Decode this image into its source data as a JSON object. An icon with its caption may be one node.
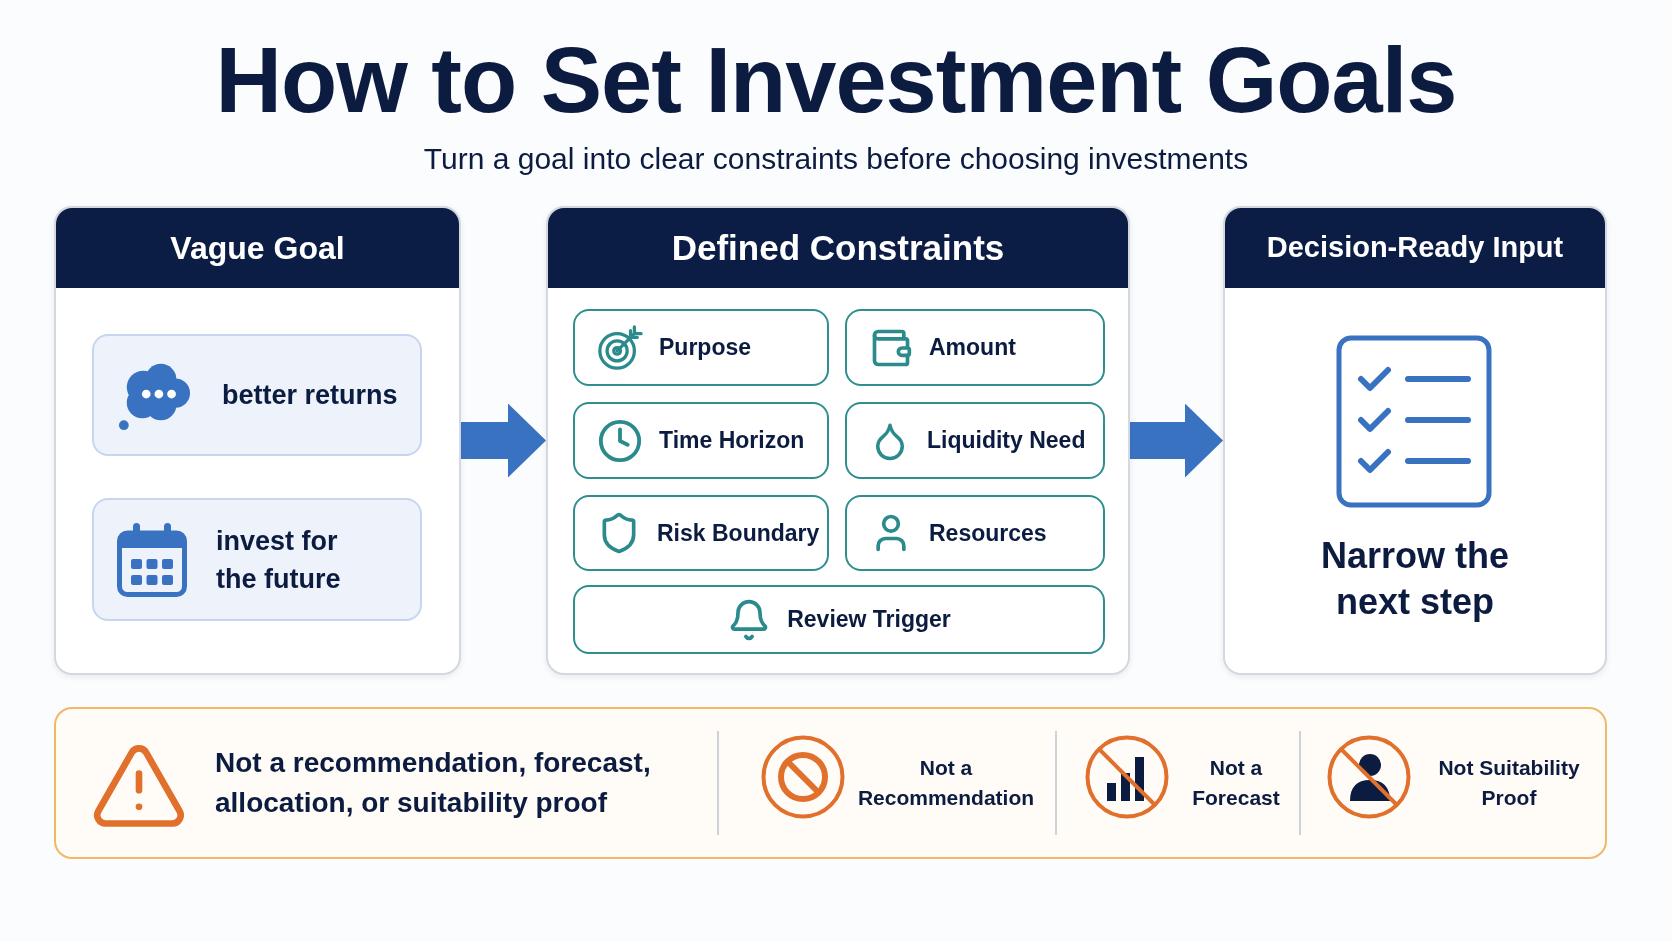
{
  "diagram": {
    "title": "How to Set Investment Goals",
    "nodes": [
      {
        "text": [
          "Vague Goal"
        ]
      },
      {
        "text": [
          "better returns"
        ],
        "in": 0
      },
      {
        "text": [
          "invest for the future"
        ],
        "in": 0
      },
      {
        "text": [
          "Defined Constraints"
        ]
      },
      {
        "text": [
          "Purpose"
        ],
        "in": 3
      },
      {
        "text": [
          "Amount"
        ],
        "in": 3
      },
      {
        "text": [
          "Time Horizon"
        ],
        "in": 3
      },
      {
        "text": [
          "Liquidity Need"
        ],
        "in": 3
      },
      {
        "text": [
          "Risk Boundary"
        ],
        "in": 3
      },
      {
        "text": [
          "Resources"
        ],
        "in": 3
      },
      {
        "text": [
          "Review Trigger"
        ],
        "in": 3
      },
      {
        "text": [
          "Decision-Ready Input",
          "Narrow the next step"
        ]
      },
      {
        "text": [
          "Not a recommendation, forecast, allocation, or suitability proof",
          "Not a Recommendation",
          "Not a Forecast",
          "Not Suitability Proof"
        ]
      }
    ],
    "edges": [
      {
        "from": 0,
        "to": 3,
        "arrow": "to"
      },
      {
        "from": 3,
        "to": 11,
        "arrow": "to"
      }
    ],
    "labels": [
      "Turn a goal into clear constraints before choosing investments"
    ]
  }
}
